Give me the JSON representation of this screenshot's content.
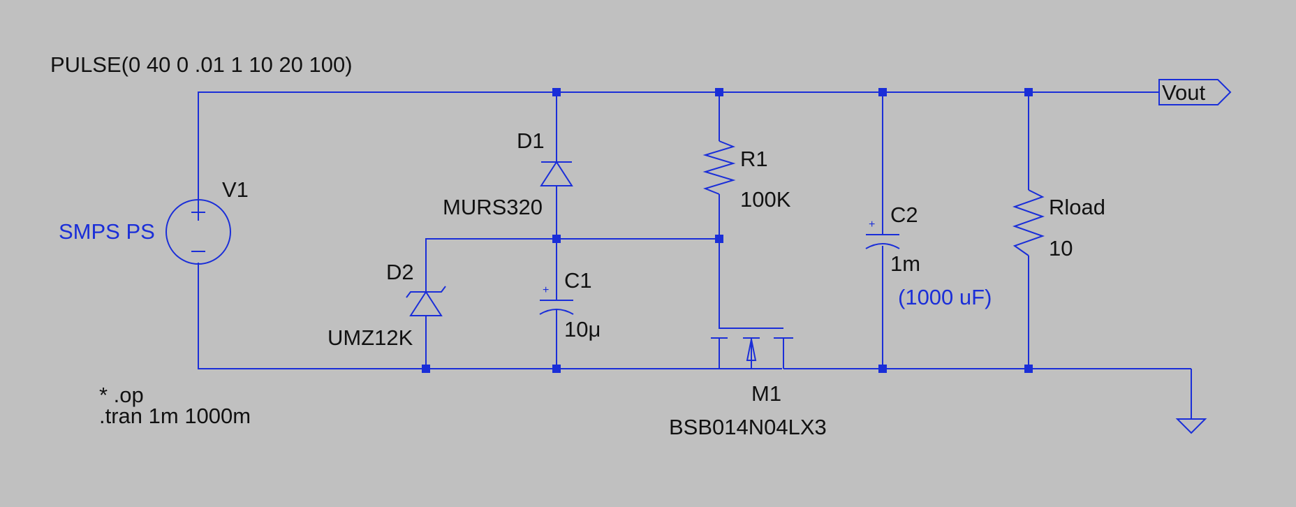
{
  "directives": {
    "source_pulse": "PULSE(0 40 0 .01 1 10 20 100)",
    "op": "* .op",
    "tran": ".tran 1m 1000m"
  },
  "components": {
    "v1": {
      "ref": "V1",
      "value": "SMPS PS"
    },
    "d1": {
      "ref": "D1",
      "value": "MURS320"
    },
    "d2": {
      "ref": "D2",
      "value": "UMZ12K"
    },
    "c1": {
      "ref": "C1",
      "value": "10μ"
    },
    "r1": {
      "ref": "R1",
      "value": "100K"
    },
    "c2": {
      "ref": "C2",
      "value": "1m",
      "note": "(1000 uF)"
    },
    "rload": {
      "ref": "Rload",
      "value": "10"
    },
    "m1": {
      "ref": "M1",
      "value": "BSB014N04LX3"
    }
  },
  "net_label": "Vout",
  "colors": {
    "background": "#c0c0c0",
    "wire": "#1a2ed8",
    "text": "#111111"
  }
}
